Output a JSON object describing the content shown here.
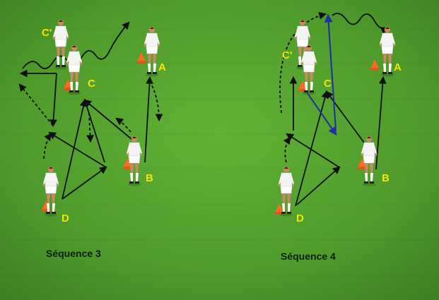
{
  "colors": {
    "grass": "#4e9a2a",
    "grass_light": "#5fae34",
    "grass_dark": "#3f8324",
    "arrow": "#111111",
    "arrow_blue": "#1f2fa8",
    "player_kit": "#f4f4f4",
    "skin": "#c98a62",
    "cone": "#ff6a1f",
    "label": "#f2e600",
    "caption": "#0d1f0d"
  },
  "sequence_3": {
    "caption": "Séquence 3",
    "players": {
      "a": "A",
      "b": "B",
      "c": "C",
      "c_prime": "C'",
      "d": "D"
    }
  },
  "sequence_4": {
    "caption": "Séquence 4",
    "players": {
      "a": "A",
      "b": "B",
      "c": "C",
      "c_prime": "C'",
      "d": "D"
    }
  }
}
